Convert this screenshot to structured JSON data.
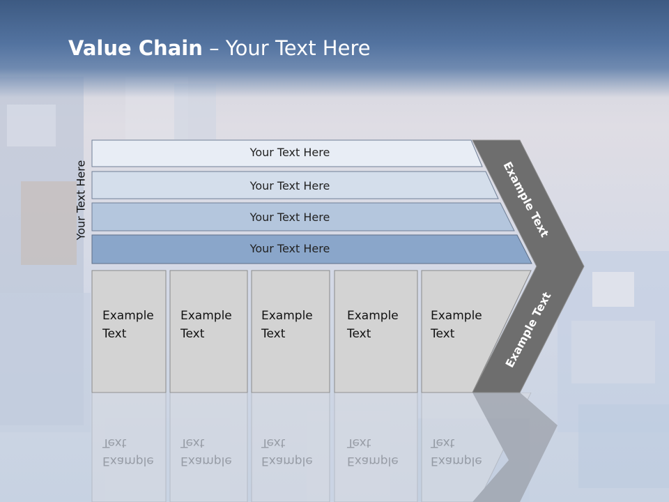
{
  "slide": {
    "title_bold": "Value Chain",
    "title_rest": " – Your Text Here",
    "vertical_label": "Your Text Here",
    "bands": [
      {
        "label": "Your Text Here",
        "color": "#e8edf5"
      },
      {
        "label": "Your Text Here",
        "color": "#d4deeb"
      },
      {
        "label": "Your Text Here",
        "color": "#b4c6dd"
      },
      {
        "label": "Your Text Here",
        "color": "#8aa6ca"
      }
    ],
    "columns": [
      {
        "label": "Example\nText"
      },
      {
        "label": "Example\nText"
      },
      {
        "label": "Example\nText"
      },
      {
        "label": "Example\nText"
      },
      {
        "label": "Example\nText"
      }
    ],
    "chevron_upper": "Example Text",
    "chevron_lower": "Example Text",
    "colors": {
      "title_band": "#4a6892",
      "column_fill": "#d3d3d3",
      "chevron_fill": "#6e6e6e"
    }
  }
}
